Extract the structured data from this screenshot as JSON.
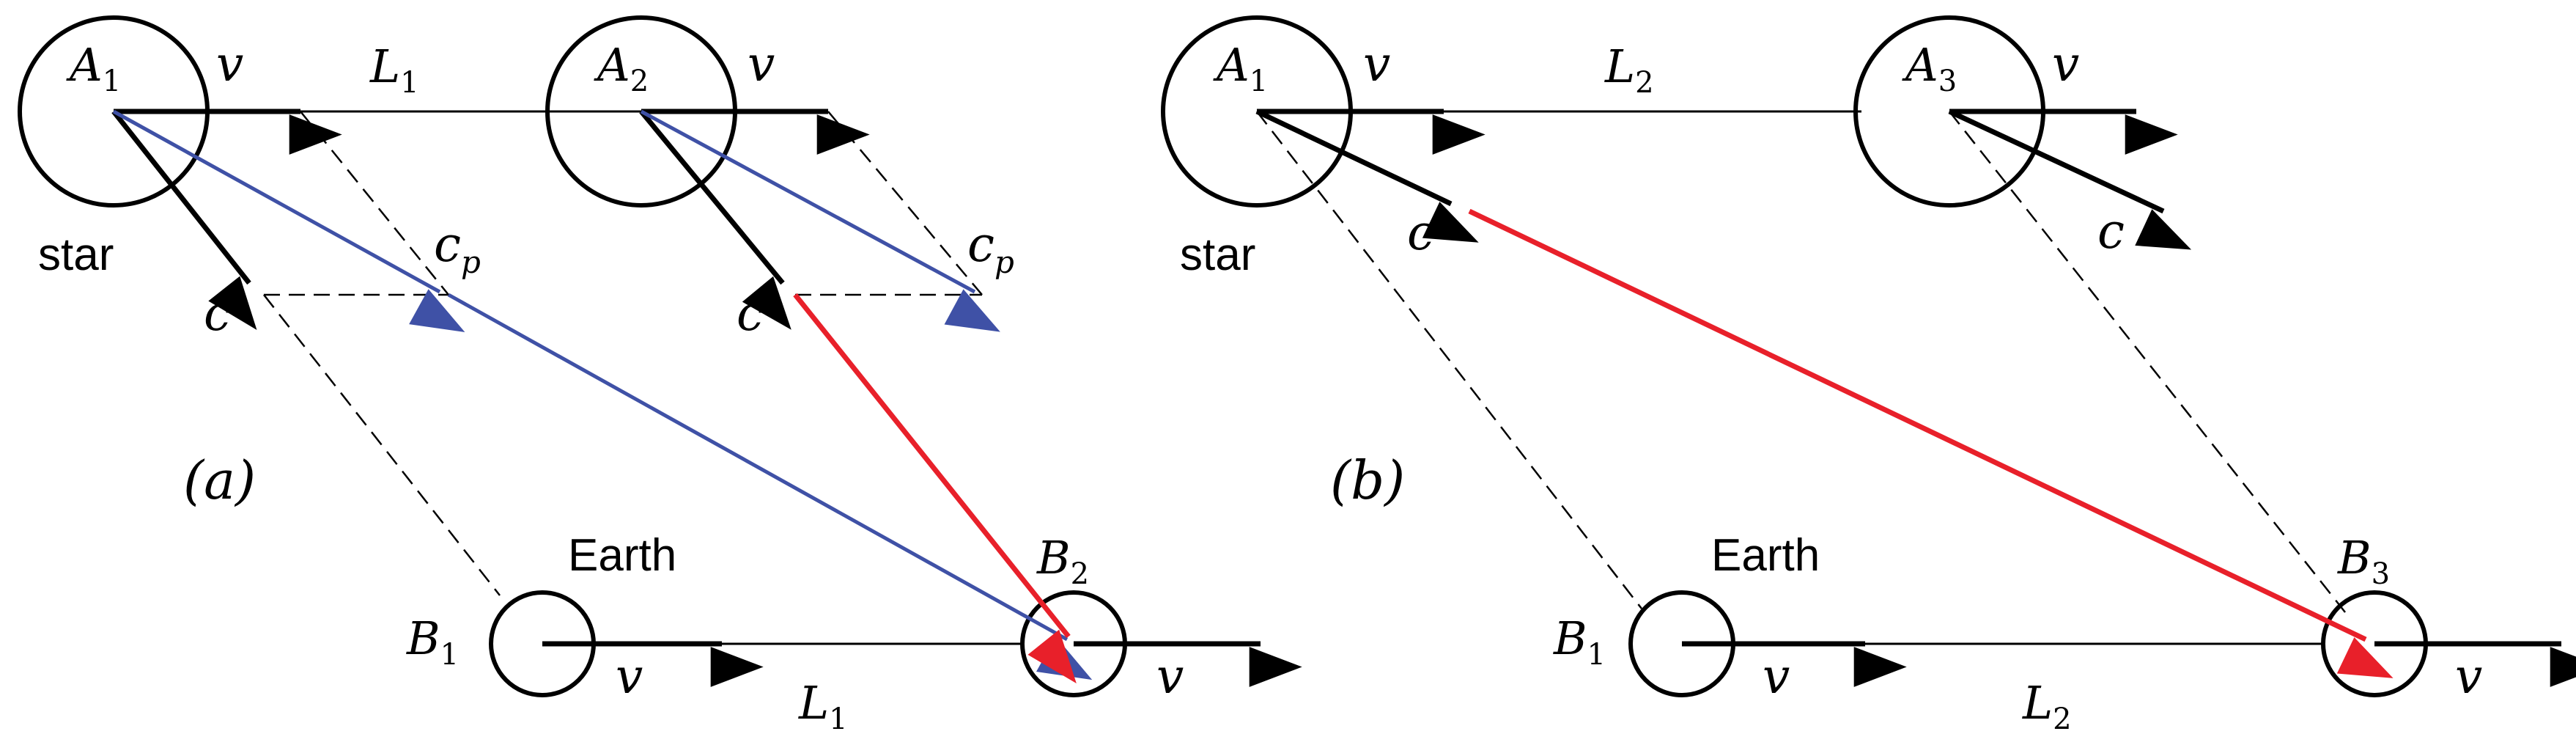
{
  "colors": {
    "black": "#000000",
    "blue": "#3f51a6",
    "red": "#e8202a"
  },
  "panel_a": {
    "caption": "(a)",
    "star_label": "star",
    "earth_label": "Earth",
    "A1": {
      "letter": "A",
      "sub": "1"
    },
    "A2": {
      "letter": "A",
      "sub": "2"
    },
    "B1": {
      "letter": "B",
      "sub": "1"
    },
    "B2": {
      "letter": "B",
      "sub": "2"
    },
    "L_top": {
      "letter": "L",
      "sub": "1"
    },
    "L_bottom": {
      "letter": "L",
      "sub": "1"
    },
    "v": "v",
    "c": "c",
    "cp": {
      "letter": "c",
      "sub": "p"
    }
  },
  "panel_b": {
    "caption": "(b)",
    "star_label": "star",
    "earth_label": "Earth",
    "A1": {
      "letter": "A",
      "sub": "1"
    },
    "A3": {
      "letter": "A",
      "sub": "3"
    },
    "B1": {
      "letter": "B",
      "sub": "1"
    },
    "B3": {
      "letter": "B",
      "sub": "3"
    },
    "L_top": {
      "letter": "L",
      "sub": "2"
    },
    "L_bottom": {
      "letter": "L",
      "sub": "2"
    },
    "v": "v",
    "c": "c"
  }
}
